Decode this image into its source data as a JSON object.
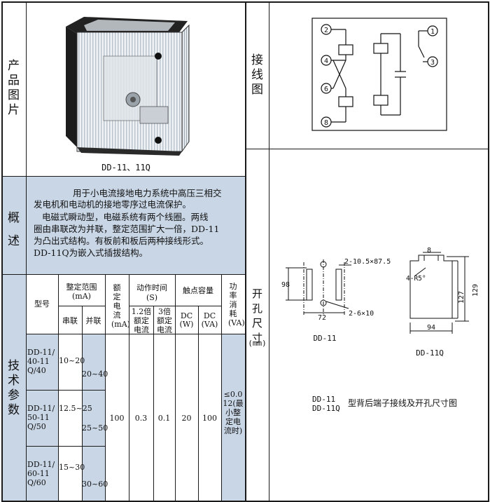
{
  "labels": {
    "product_image": "产品图片",
    "wiring": "接线图",
    "overview": "概述",
    "tech_params": "技术参数",
    "cutout": "开孔尺寸",
    "cutout_unit": "(mm)"
  },
  "product": {
    "caption": "DD-11、11Q"
  },
  "overview": {
    "lines": [
      "用于小电流接地电力系统中高压三相交",
      "发电机和电动机的接地零序过电流保护。",
      "电磁式瞬动型，电磁系统有两个线圈。两线",
      "圈由串联改为并联，整定范围扩大一倍，DD-11",
      "为凸出式结构。有板前和板后两种接线形式。",
      "DD-11Q为嵌入式插拔结构。"
    ]
  },
  "table": {
    "headers": {
      "model": "型号",
      "range": "整定范围",
      "range_unit": "(mA)",
      "series": "串联",
      "parallel": "并联",
      "setting_current": "额定电流(mA)",
      "action_time": "动作时间",
      "action_time_unit": "(S)",
      "time_1_2": "1.2倍额定电流",
      "time_3": "3倍额定电流",
      "contact_capacity": "触点容量",
      "dc_w": "DC",
      "dc_w_unit": "(W)",
      "dc_va": "DC",
      "dc_va_unit": "(VA)",
      "power": "功率消耗(VA)"
    },
    "rows": [
      {
        "model": "DD-11/40-11Q/40",
        "series": "10~20",
        "parallel": "20~40"
      },
      {
        "model": "DD-11/50-11Q/50",
        "series": "12.5~25",
        "parallel": "25~50"
      },
      {
        "model": "DD-11/60-11Q/60",
        "series": "15~30",
        "parallel": "30~60"
      }
    ],
    "shared": {
      "setting_current": "100",
      "time_1_2": "0.3",
      "time_3": "0.1",
      "dc_w": "20",
      "dc_va": "100",
      "power": "≤0.012(最小整定电流时)"
    }
  },
  "wiring": {
    "terminals": [
      "2",
      "1",
      "4",
      "3",
      "6",
      "8"
    ]
  },
  "dimensions": {
    "dd11": {
      "name": "DD-11",
      "holes_top": "2-10.5×87.5",
      "holes_bottom": "2-6×10",
      "height": "98",
      "width": "72"
    },
    "dd11q": {
      "name": "DD-11Q",
      "top": "8",
      "radius": "4-R5°",
      "inner_height": "127",
      "outer_height": "129",
      "width": "94"
    },
    "caption_models": [
      "DD-11",
      "DD-11Q"
    ],
    "caption_text": "型背后端子接线及开孔尺寸图"
  }
}
